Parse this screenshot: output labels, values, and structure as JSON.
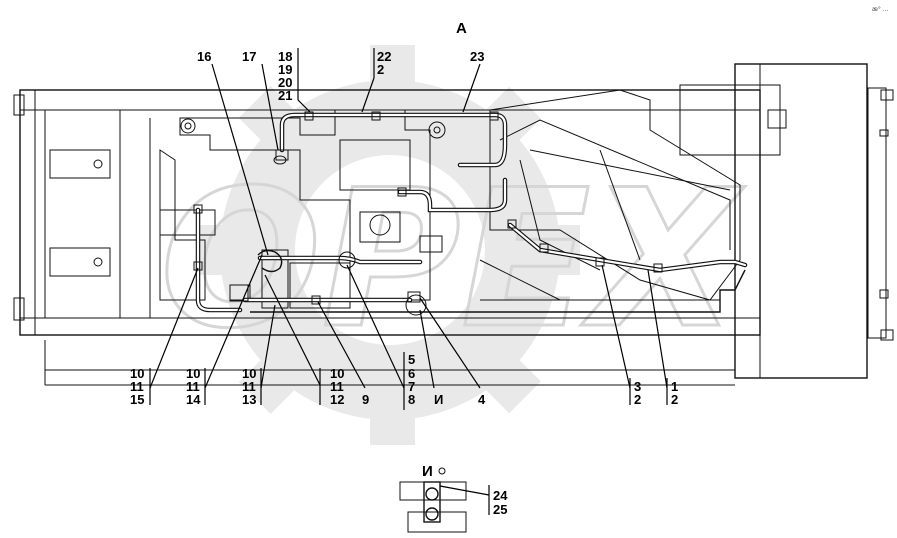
{
  "view_title": "А",
  "detail_title": "И",
  "watermark": "OPEX",
  "corner_mark": "æ° ...",
  "labels": {
    "top": {
      "l16": "16",
      "l17": "17",
      "stack_18_21": [
        "18",
        "19",
        "20",
        "21"
      ],
      "stack_22": [
        "22",
        "2"
      ],
      "l23": "23"
    },
    "bottom": {
      "stack_15": [
        "10",
        "11",
        "15"
      ],
      "stack_14": [
        "10",
        "11",
        "14"
      ],
      "stack_13": [
        "10",
        "11",
        "13"
      ],
      "stack_12": [
        "10",
        "11",
        "12"
      ],
      "l9": "9",
      "stack_8": [
        "5",
        "6",
        "7",
        "8"
      ],
      "lI": "И",
      "l4": "4",
      "stack_3": [
        "3",
        "2"
      ],
      "stack_1": [
        "1",
        "2"
      ]
    },
    "detail": [
      "24",
      "25"
    ]
  }
}
